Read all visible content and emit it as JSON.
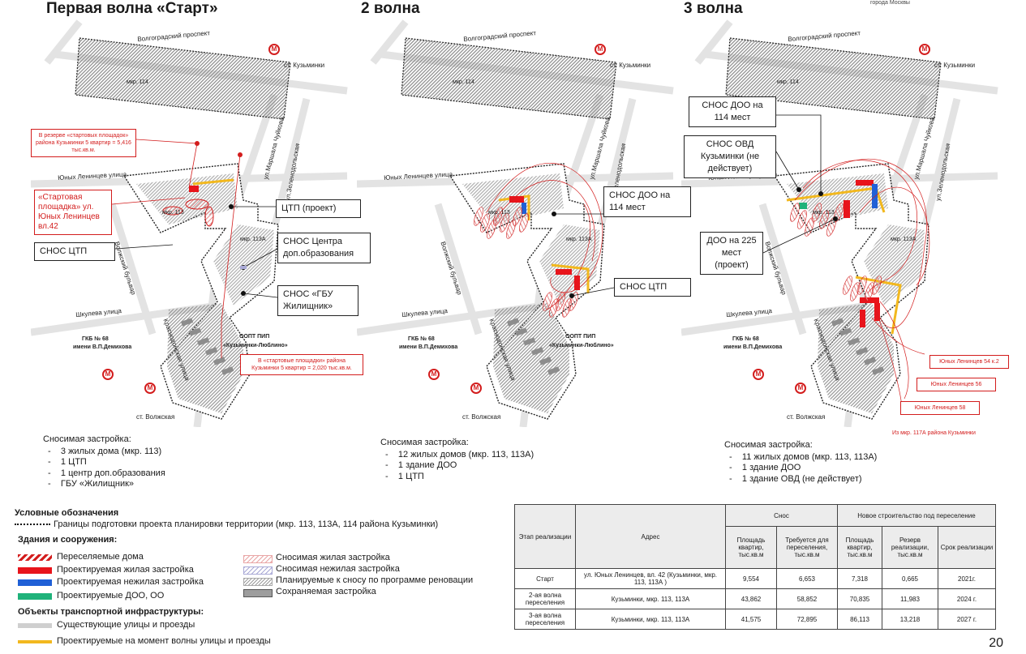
{
  "corner_note": "города Москвы",
  "waves": [
    {
      "title": "Первая волна «Старт»",
      "streets": {
        "volgograd": "Волгоградский проспект",
        "kuzminki": "ст. Кузьминки",
        "mkr114": "мкр. 114",
        "chuykov": "ул.Маршала Чуйкова",
        "zelenodolskaya": "ул.Зеленодольская",
        "yunykh": "Юных Ленинцев улица",
        "mkr113": "мкр. 113",
        "mkr113a": "мкр. 113А",
        "volzhsky": "Волжский бульвар",
        "shkuleva": "Шкулева улица",
        "gkb1": "ГКБ № 68",
        "gkb2": "имени В.П.Демихова",
        "krasnodon": "Краснодонская улица",
        "oopt1": "ООПТ ПИП",
        "oopt2": "«Кузьминки-Люблино»",
        "volzhskaya": "ст. Волжская"
      },
      "red_callouts": {
        "reserve_top": "В резерве «стартовых площадок» района Кузьминки 5 квартир = 5,416 тыс.кв.м.",
        "start_site": "«Стартовая площадка» ул. Юных Ленинцев вл.42",
        "reserve_bottom": "В «стартовые площадки» района Кузьминки 5 квартир = 2,020 тыс.кв.м."
      },
      "callouts": {
        "tsp_project": "ЦТП (проект)",
        "snos_tsp": "СНОС ЦТП",
        "snos_center": "СНОС Центра доп.образования",
        "snos_gbu": "СНОС «ГБУ Жилищник»"
      },
      "demolition": {
        "heading": "Сносимая застройка:",
        "items": [
          "3 жилых дома (мкр. 113)",
          "1 ЦТП",
          "1 центр доп.образования",
          "ГБУ «Жилищник»"
        ]
      }
    },
    {
      "title": "2 волна",
      "streets": {
        "volgograd": "Волгоградский проспект",
        "kuzminki": "ст. Кузьминки",
        "mkr114": "мкр. 114",
        "chuykov": "ул.Маршала Чуйкова",
        "zelenodolskaya": "ул.Зеленодольская",
        "yunykh": "Юных Ленинцев улица",
        "mkr113": "мкр. 113",
        "mkr113a": "мкр. 113А",
        "volzhsky": "Волжский бульвар",
        "shkuleva": "Шкулева улица",
        "gkb1": "ГКБ № 68",
        "gkb2": "имени В.П.Демихова",
        "krasnodon": "Краснодонская улица",
        "oopt1": "ООПТ ПИП",
        "oopt2": "«Кузьминки-Люблино»",
        "volzhskaya": "ст. Волжская"
      },
      "callouts": {
        "snos_doo": "СНОС ДОО на 114 мест",
        "snos_tsp": "СНОС ЦТП"
      },
      "demolition": {
        "heading": "Сносимая застройка:",
        "items": [
          "12 жилых домов (мкр. 113, 113А)",
          "1 здание ДОО",
          "1 ЦТП"
        ]
      }
    },
    {
      "title": "3 волна",
      "streets": {
        "volgograd": "Волгоградский проспект",
        "kuzminki": "ст. Кузьминки",
        "mkr114": "мкр. 114",
        "chuykov": "ул.Маршала Чуйкова",
        "zelenodolskaya": "ул.Зеленодольская",
        "yunykh": "Юных Ленинцев улица",
        "mkr113": "мкр. 113",
        "mkr113a": "мкр. 113А",
        "volzhsky": "Волжский бульвар",
        "shkuleva": "Шкулева улица",
        "gkb1": "ГКБ № 68",
        "gkb2": "имени В.П.Демихова",
        "krasnodon": "Краснодонская улица",
        "volzhskaya": "ст. Волжская"
      },
      "callouts": {
        "snos_doo": "СНОС ДОО на 114 мест",
        "snos_ovd": "СНОС ОВД Кузьминки (не действует)",
        "doo_new": "ДОО на 225 мест (проект)"
      },
      "red_callouts": {
        "a": "Юных Ленинцев 54 к.2",
        "b": "Юных Ленинцев 56",
        "c": "Юных Ленинцев 58",
        "note": "Из мкр. 117А района Кузьминки"
      },
      "demolition": {
        "heading": "Сносимая застройка:",
        "items": [
          "11 жилых домов (мкр. 113, 113А)",
          "1 здание ДОО",
          "1 здание ОВД (не действует)"
        ]
      }
    }
  ],
  "legend": {
    "title": "Условные обозначения",
    "boundary": "Границы подготовки проекта планировки территории (мкр. 113, 113А, 114 района Кузьминки)",
    "buildings_heading": "Здания и сооружения:",
    "left_items": [
      {
        "label": "Переселяемые дома",
        "color": "#d31d1d",
        "pattern": "hatch"
      },
      {
        "label": "Проектируемая жилая застройка",
        "color": "#e8141b",
        "pattern": "solid"
      },
      {
        "label": "Проектируемая нежилая застройка",
        "color": "#2060d6",
        "pattern": "solid"
      },
      {
        "label": "Проектируемые ДОО, ОО",
        "color": "#1fb27a",
        "pattern": "solid"
      }
    ],
    "right_items": [
      {
        "label": "Сносимая жилая застройка",
        "color": "#e9a6a6",
        "pattern": "hatch"
      },
      {
        "label": "Сносимая нежилая застройка",
        "color": "#a9a9d6",
        "pattern": "hatch"
      },
      {
        "label": "Планируемые к сносу по программе реновации",
        "color": "#9b9b9b",
        "pattern": "hatch"
      },
      {
        "label": "Сохраняемая застройка",
        "color": "#9d9d9d",
        "pattern": "solid"
      }
    ],
    "transport_heading": "Объекты транспортной инфраструктуры:",
    "transport_items": [
      {
        "label": "Существующие улицы и проезды",
        "color": "#cfcfcf"
      },
      {
        "label": "Проектируемые на момент волны улицы и проезды",
        "color": "#f2b81e"
      }
    ]
  },
  "table": {
    "headers": {
      "stage": "Этап реализации",
      "address": "Адрес",
      "demolition_group": "Снос",
      "new_group": "Новое строительство под переселение",
      "apt_area": "Площадь квартир, тыс.кв.м",
      "required": "Требуется для переселения, тыс.кв.м",
      "new_area": "Площадь квартир, тыс.кв.м",
      "reserve": "Резерв реализации, тыс.кв.м",
      "deadline": "Срок реализации"
    },
    "rows": [
      {
        "stage": "Старт",
        "address": "ул. Юных Ленинцев, вл. 42 (Кузьминки, мкр. 113, 113А )",
        "apt_area": "9,554",
        "required": "6,653",
        "new_area": "7,318",
        "reserve": "0,665",
        "deadline": "2021г."
      },
      {
        "stage": "2-ая волна переселения",
        "address": "Кузьминки, мкр. 113, 113А",
        "apt_area": "43,862",
        "required": "58,852",
        "new_area": "70,835",
        "reserve": "11,983",
        "deadline": "2024 г."
      },
      {
        "stage": "3-ая волна переселения",
        "address": "Кузьминки, мкр. 113, 113А",
        "apt_area": "41,575",
        "required": "72,895",
        "new_area": "86,113",
        "reserve": "13,218",
        "deadline": "2027 г."
      }
    ]
  },
  "page_number": "20",
  "colors": {
    "red": "#d31d1d",
    "yellow": "#f2b81e",
    "blue": "#2060d6",
    "green": "#1fb27a",
    "gray": "#9d9d9d"
  }
}
